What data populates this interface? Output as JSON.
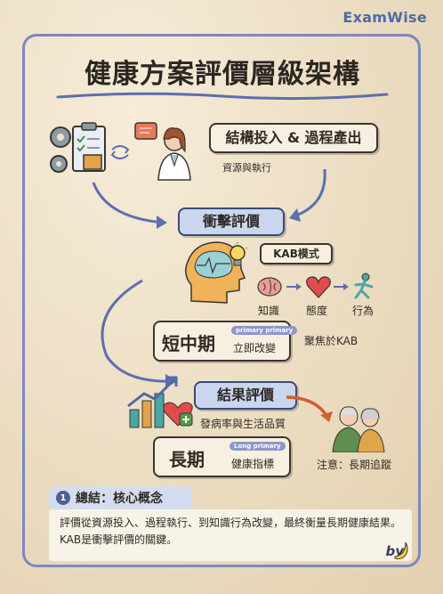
{
  "brand": "ExamWise",
  "title": "健康方案評價層級架構",
  "structure": {
    "title": "結構投入 & 過程產出",
    "subtitle": "資源與執行"
  },
  "impact": {
    "title": "衝擊評價",
    "kab_label": "KAB模式",
    "steps": [
      "知識",
      "態度",
      "行為"
    ]
  },
  "short_term": {
    "title": "短中期",
    "pill": "primary primary",
    "sub": "立即改變",
    "focus": "聚焦於KAB"
  },
  "outcome": {
    "title": "結果評價",
    "subtitle": "發病率與生活品質"
  },
  "long_term": {
    "title": "長期",
    "pill": "Long primary",
    "sub": "健康指標",
    "note": "注意：長期追蹤"
  },
  "summary": {
    "number": "1",
    "heading": "總結：核心概念",
    "text": "評價從資源投入、過程執行、到知識行為改變，最終衡量長期健康結果。KAB是衝擊評價的關鍵。"
  },
  "signature": "by"
}
